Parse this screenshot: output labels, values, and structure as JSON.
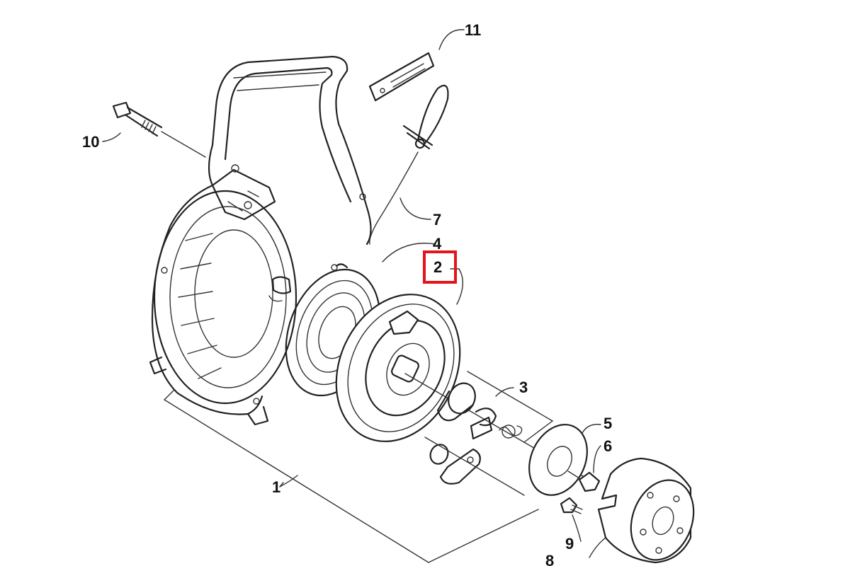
{
  "callouts": [
    {
      "id": "c1",
      "label": "1"
    },
    {
      "id": "c2",
      "label": "2",
      "highlighted": true
    },
    {
      "id": "c3",
      "label": "3"
    },
    {
      "id": "c4",
      "label": "4"
    },
    {
      "id": "c5",
      "label": "5"
    },
    {
      "id": "c6",
      "label": "6"
    },
    {
      "id": "c7",
      "label": "7"
    },
    {
      "id": "c8",
      "label": "8"
    },
    {
      "id": "c9",
      "label": "9"
    },
    {
      "id": "c10",
      "label": "10"
    },
    {
      "id": "c11",
      "label": "11"
    }
  ],
  "colors": {
    "line": "#222222",
    "highlight": "#e5141b",
    "background": "#ffffff"
  }
}
